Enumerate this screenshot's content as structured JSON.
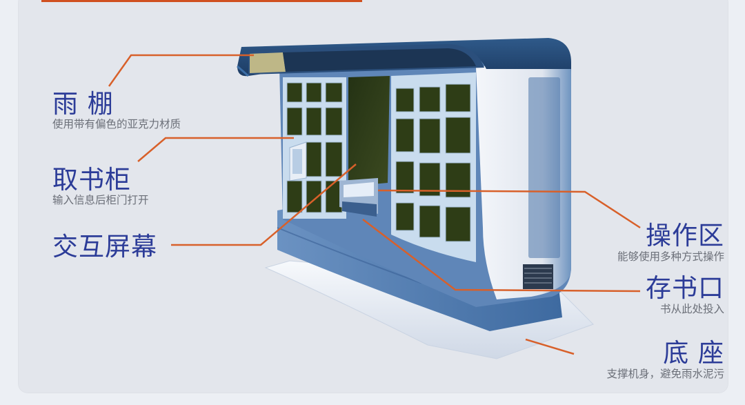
{
  "colors": {
    "accent_line": "#d8602a",
    "title_text": "#2c3c98",
    "sub_text": "#6b6f78",
    "body_blue": "#4f7aae",
    "glass": "#2d3c16"
  },
  "labels": {
    "canopy": {
      "title": "雨  棚",
      "sub": "使用带有偏色的亚克力材质"
    },
    "pickup_cabinet": {
      "title": "取书柜",
      "sub": "输入信息后柜门打开"
    },
    "touch_screen": {
      "title": "交互屏幕"
    },
    "operation_area": {
      "title": "操作区",
      "sub": "能够使用多种方式操作"
    },
    "return_slot": {
      "title": "存书口",
      "sub": "书从此处投入"
    },
    "base": {
      "title": "底  座",
      "sub": "支撑机身，避免雨水泥污"
    }
  }
}
